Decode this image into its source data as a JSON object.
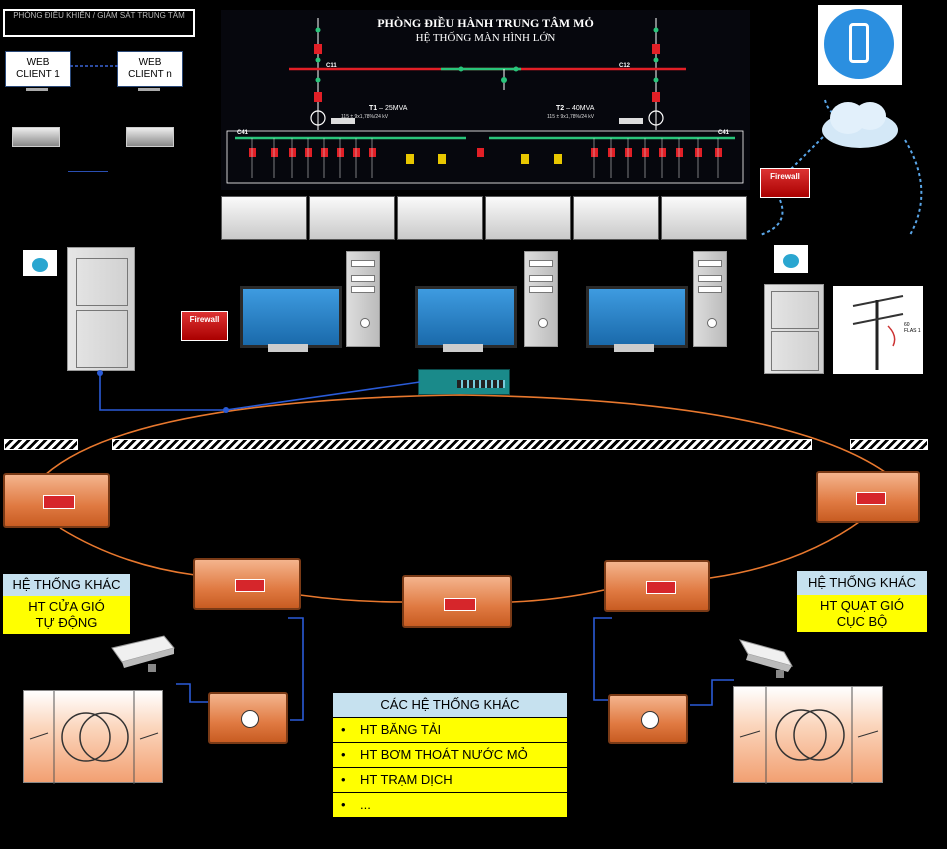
{
  "title_box": {
    "text": "PHÒNG ĐIỀU KHIỂN / GIÁM SÁT TRUNG TÂM"
  },
  "web_clients": [
    {
      "label": "WEB\nCLIENT 1"
    },
    {
      "label": "WEB\nCLIENT n"
    }
  ],
  "display": {
    "title": "PHÒNG ĐIỀU HÀNH TRUNG TÂM MỎ",
    "subtitle": "HỆ THỐNG MÀN HÌNH LỚN",
    "bus_left": "C11",
    "bus_right": "C12",
    "t1_label": "T1",
    "t1_rating": "25MVA",
    "t1_sub": "115 ± 9x1,78%/24 kV",
    "t2_label": "T2",
    "t2_rating": "40MVA",
    "t2_sub": "115 ± 9x1,78%/24 kV",
    "bus41_left": "C41",
    "bus41_right": "C41"
  },
  "firewall_labels": {
    "left": "Firewall",
    "right": "Firewall"
  },
  "pole_label": "60 FLAS 1",
  "left_system": {
    "head": "HỆ THỐNG KHÁC",
    "body": "HT CỬA GIÓ\nTỰ ĐỘNG"
  },
  "right_system": {
    "head": "HỆ THỐNG KHÁC",
    "body": "HT QUẠT GIÓ\nCỤC BỘ"
  },
  "other_systems": {
    "head": "CÁC HỆ THỐNG KHÁC",
    "items": [
      "HT BĂNG TẢI",
      "HT BƠM THOÁT NƯỚC MỎ",
      "HT TRẠM DỊCH",
      "..."
    ]
  },
  "colors": {
    "ring": "#e8782e",
    "link": "#2a5bd7",
    "display_bg": "#06070d",
    "box_orange": "#e07a42"
  }
}
